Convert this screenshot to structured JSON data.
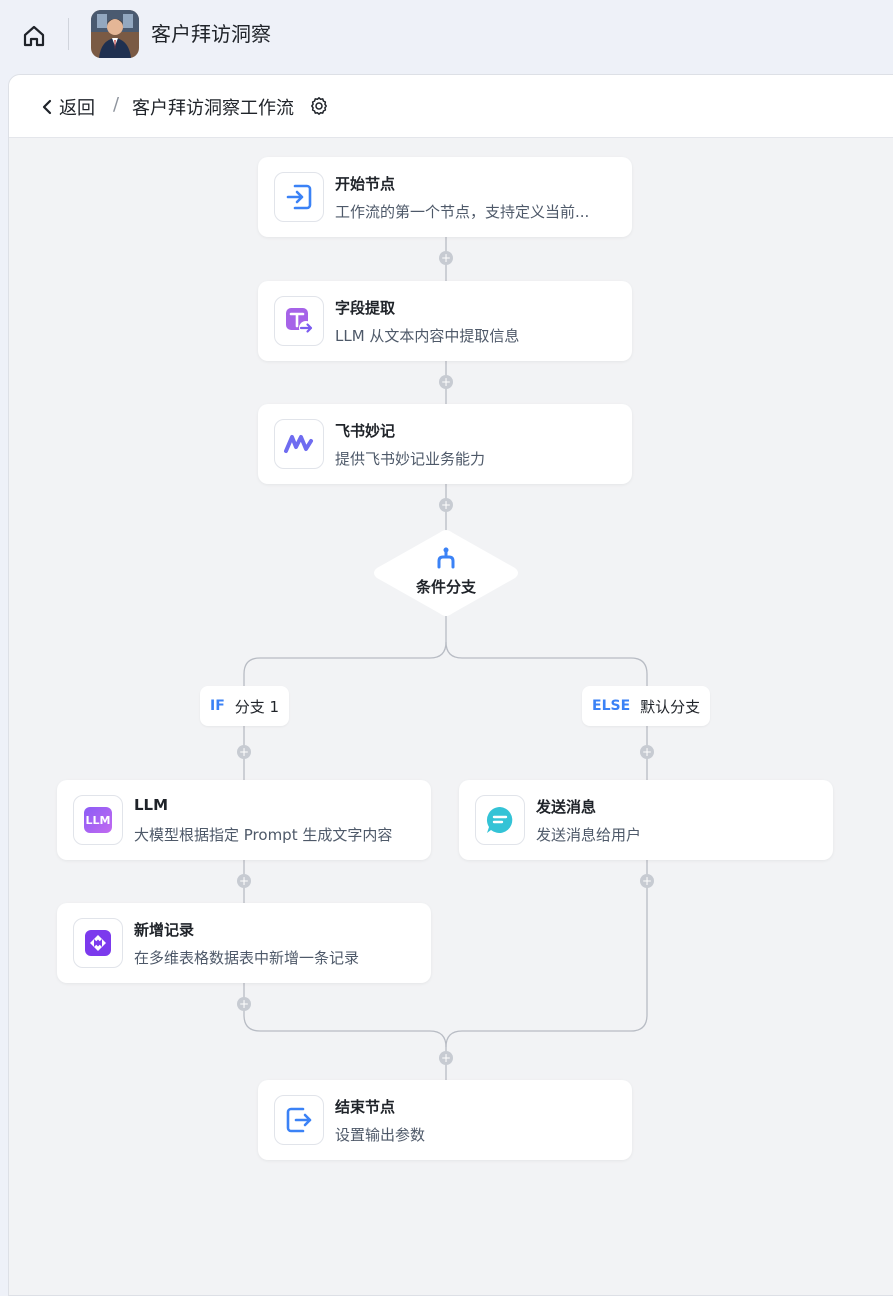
{
  "topbar": {
    "app_title": "客户拜访洞察",
    "home_icon": "home-icon",
    "avatar_icon": "avatar"
  },
  "header": {
    "back_label": "返回",
    "separator": "/",
    "workflow_title": "客户拜访洞察工作流",
    "settings_icon": "gear-icon"
  },
  "nodes": {
    "start": {
      "title": "开始节点",
      "desc": "工作流的第一个节点，支持定义当前...",
      "icon": "enter-icon"
    },
    "extract": {
      "title": "字段提取",
      "desc": "LLM 从文本内容中提取信息",
      "icon": "text-extract-icon"
    },
    "minutes": {
      "title": "飞书妙记",
      "desc": "提供飞书妙记业务能力",
      "icon": "minutes-icon"
    },
    "llm": {
      "title": "LLM",
      "desc": "大模型根据指定 Prompt 生成文字内容",
      "icon": "llm-icon",
      "icon_text": "LLM"
    },
    "add_record": {
      "title": "新增记录",
      "desc": "在多维表格数据表中新增一条记录",
      "icon": "base-record-icon"
    },
    "send_msg": {
      "title": "发送消息",
      "desc": "发送消息给用户",
      "icon": "message-icon"
    },
    "end": {
      "title": "结束节点",
      "desc": "设置输出参数",
      "icon": "exit-icon"
    }
  },
  "condition": {
    "label": "条件分支",
    "icon": "branch-icon",
    "if_keyword": "IF",
    "if_label": "分支 1",
    "else_keyword": "ELSE",
    "else_label": "默认分支"
  },
  "plus_symbol": "+",
  "colors": {
    "accent_blue": "#3b82f6",
    "purple": "#7c5cf0",
    "teal": "#34c3d6",
    "connector": "#b8bcc4"
  }
}
